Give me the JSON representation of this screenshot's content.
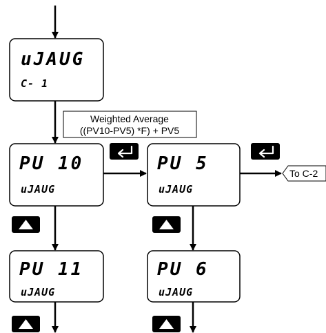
{
  "screens": {
    "wavg_c1": {
      "line1": "uJAUG",
      "line2": "C- 1"
    },
    "pv10": {
      "line1": "PU  10",
      "line2": "uJAUG"
    },
    "pv5": {
      "line1": "PU  5",
      "line2": "uJAUG"
    },
    "pv11": {
      "line1": "PU  11",
      "line2": "uJAUG"
    },
    "pv6": {
      "line1": "PU  6",
      "line2": "uJAUG"
    }
  },
  "note": {
    "line1": "Weighted Average",
    "line2": "((PV10-PV5) *F) + PV5"
  },
  "goto_label": "To C-2",
  "buttons": {
    "enter_icon": "enter-return-arrow",
    "up_icon": "up-triangle",
    "button_color": "#000000",
    "icon_color": "#ffffff"
  }
}
